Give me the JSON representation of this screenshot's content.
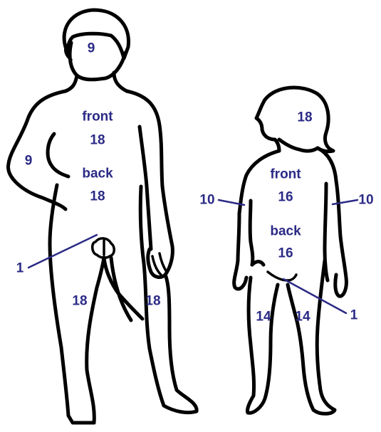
{
  "colors": {
    "label": "#2b2a86",
    "outline": "#000000",
    "background": "#ffffff"
  },
  "adult": {
    "head": "9",
    "arm": "9",
    "front_word": "front",
    "front_value": "18",
    "back_word": "back",
    "back_value": "18",
    "genital": "1",
    "leg_left": "18",
    "leg_right": "18"
  },
  "child": {
    "head": "18",
    "arm_left": "10",
    "arm_right": "10",
    "front_word": "front",
    "front_value": "16",
    "back_word": "back",
    "back_value": "16",
    "genital": "1",
    "leg_left": "14",
    "leg_right": "14"
  }
}
